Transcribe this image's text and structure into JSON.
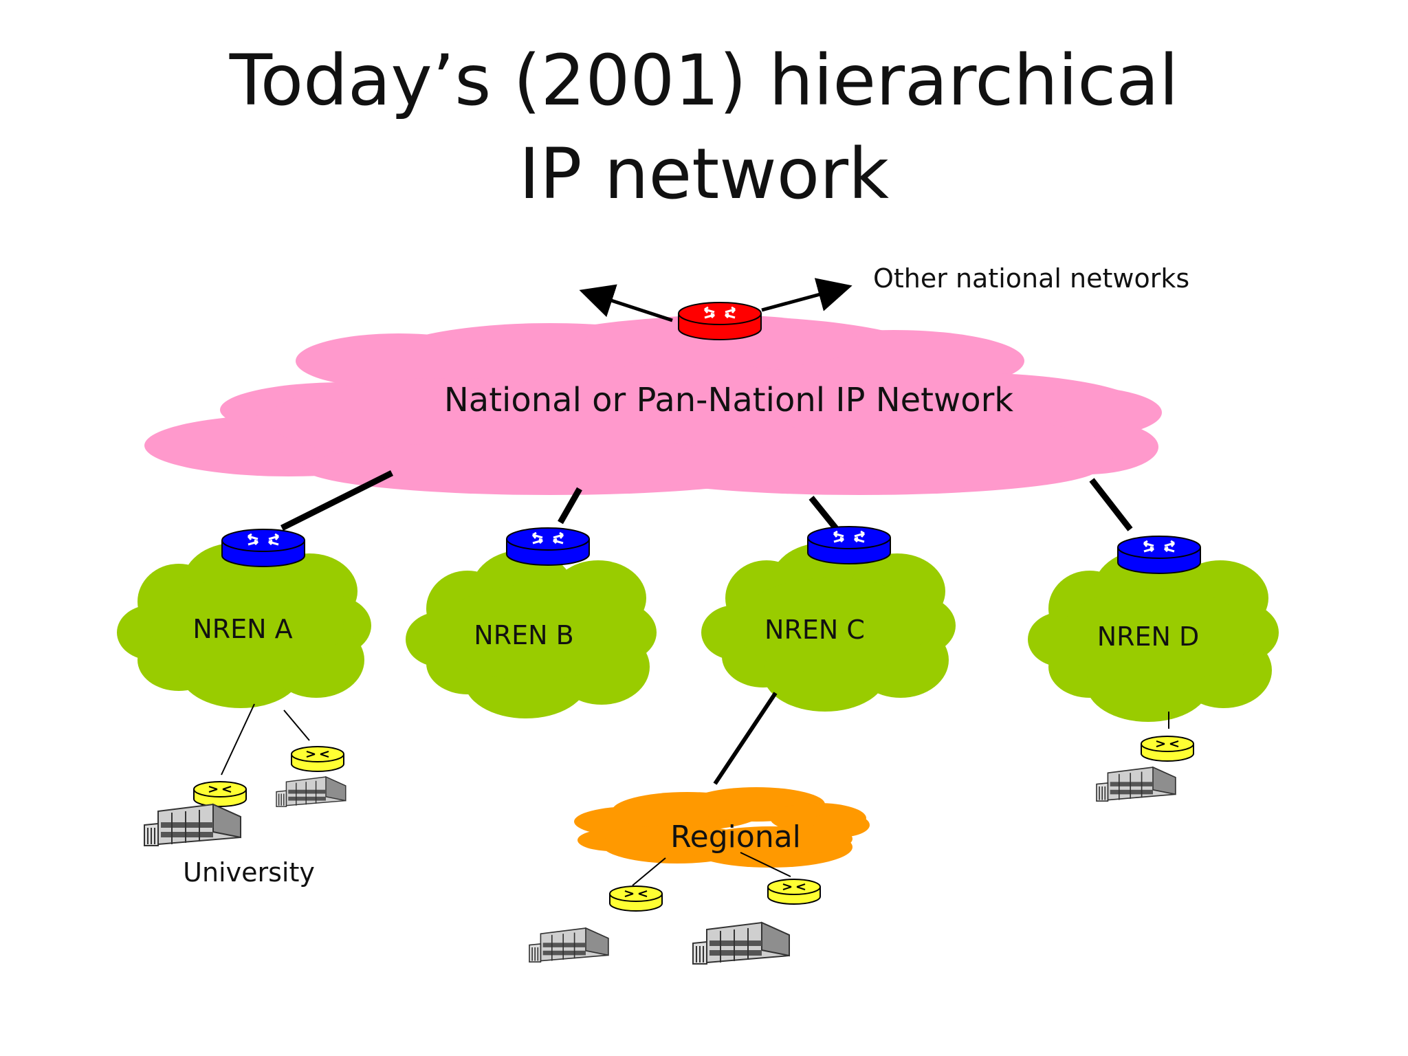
{
  "title": {
    "line1": "Today’s  (2001) hierarchical",
    "line2": "IP network"
  },
  "diagram": {
    "other_networks_label": "Other national networks",
    "national_network_label": "National or Pan-Nationl IP Network",
    "nrens": [
      {
        "label": "NREN A"
      },
      {
        "label": "NREN B"
      },
      {
        "label": "NREN C"
      },
      {
        "label": "NREN D"
      }
    ],
    "regional_label": "Regional",
    "university_label": "University"
  },
  "colors": {
    "national_cloud": "#FF99CC",
    "nren_cloud": "#99CC00",
    "regional_cloud": "#FF9900",
    "core_router": "#FF0000",
    "nren_router": "#0000FF",
    "campus_router": "#FFFF33"
  },
  "icons": {
    "router": "router-icon",
    "building": "building-icon",
    "cloud": "cloud-shape"
  }
}
